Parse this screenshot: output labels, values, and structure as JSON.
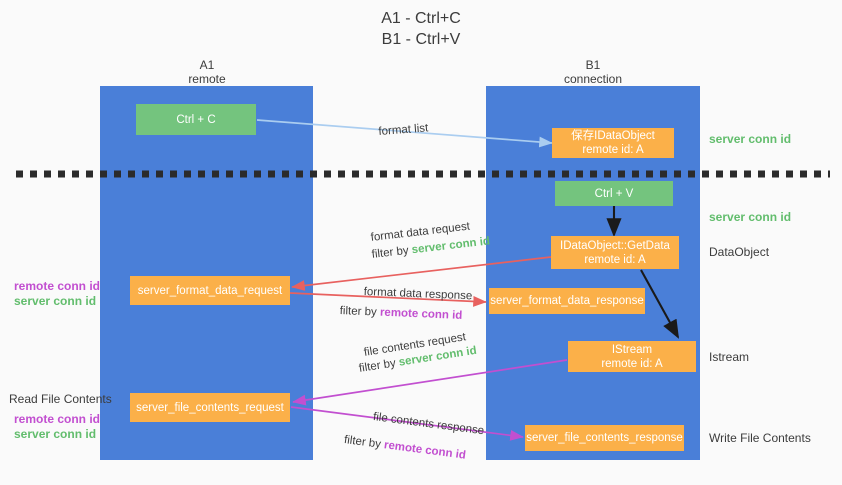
{
  "title": {
    "line1": "A1 - Ctrl+C",
    "line2": "B1 - Ctrl+V"
  },
  "columns": [
    {
      "name": "A1",
      "sub": "remote"
    },
    {
      "name": "B1",
      "sub": "connection"
    }
  ],
  "nodes": {
    "ctrl_c": "Ctrl + C",
    "ctrl_v": "Ctrl + V",
    "save_dataobject_l1": "保存IDataObject",
    "save_dataobject_l2": "remote id: A",
    "getdata_l1": "IDataObject::GetData",
    "getdata_l2": "remote id: A",
    "istream_l1": "IStream",
    "istream_l2": "remote id: A",
    "server_format_data_request": "server_format_data_request",
    "server_format_data_response": "server_format_data_response",
    "server_file_contents_request": "server_file_contents_request",
    "server_file_contents_response": "server_file_contents_response"
  },
  "edges": {
    "format_list": "format list",
    "format_data_request": "format data request",
    "format_data_request_filter_pre": "filter by ",
    "format_data_request_filter_key": "server conn id",
    "format_data_response": "format data response",
    "format_data_response_filter_pre": "filter by ",
    "format_data_response_filter_key": "remote conn id",
    "file_contents_request": "file contents request",
    "file_contents_request_filter_pre": "filter by ",
    "file_contents_request_filter_key": "server conn id",
    "file_contents_response": "file contents response",
    "file_contents_response_filter_pre": "filter by ",
    "file_contents_response_filter_key": "remote conn id"
  },
  "annotations": {
    "right_server_conn_id_top": "server conn id",
    "right_server_conn_id_mid": "server conn id",
    "right_dataobject": "DataObject",
    "right_istream": "Istream",
    "right_write_file_contents": "Write File Contents",
    "left_remote_conn_id_1": "remote conn id",
    "left_server_conn_id_1": "server conn id",
    "left_read_file_contents": "Read File Contents",
    "left_remote_conn_id_2": "remote conn id",
    "left_server_conn_id_2": "server conn id"
  },
  "colors": {
    "panel_blue": "#4a7fd8",
    "node_green": "#74c47e",
    "node_orange": "#fbb049",
    "arrow_light_blue": "#aacdf0",
    "arrow_red": "#e8615f",
    "arrow_magenta": "#c24fd0",
    "arrow_black": "#1a1a1a",
    "text_green": "#62bd6d",
    "text_purple": "#c24fd0",
    "background": "#fafafa",
    "divider": "#2b2b2b"
  }
}
